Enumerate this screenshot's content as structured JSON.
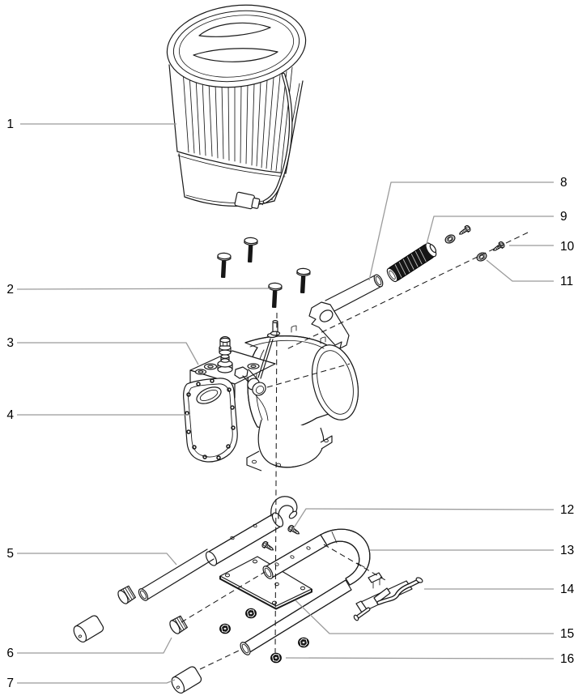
{
  "figure": {
    "type": "exploded-parts-diagram",
    "background_color": "#ffffff",
    "line_color": "#1a1a1a",
    "leader_line_color": "#9b9b9b",
    "label_color": "#000000",
    "grip_color": "#161616",
    "callouts": [
      {
        "number": "1",
        "side": "left",
        "target": "motor-shroud"
      },
      {
        "number": "2",
        "side": "left",
        "target": "pan-head-screw"
      },
      {
        "number": "3",
        "side": "left",
        "target": "pump-head-fittings"
      },
      {
        "number": "4",
        "side": "left",
        "target": "filter-cover"
      },
      {
        "number": "5",
        "side": "left",
        "target": "handle-tube"
      },
      {
        "number": "6",
        "side": "left",
        "target": "tube-plug"
      },
      {
        "number": "7",
        "side": "left",
        "target": "foot-cap"
      },
      {
        "number": "8",
        "side": "right",
        "target": "upper-handle-tube"
      },
      {
        "number": "9",
        "side": "right",
        "target": "handle-grip"
      },
      {
        "number": "10",
        "side": "right",
        "target": "grip-screw"
      },
      {
        "number": "11",
        "side": "right",
        "target": "grip-washer"
      },
      {
        "number": "12",
        "side": "right",
        "target": "frame-screw"
      },
      {
        "number": "13",
        "side": "right",
        "target": "cart-frame"
      },
      {
        "number": "14",
        "side": "right",
        "target": "pail-hook"
      },
      {
        "number": "15",
        "side": "right",
        "target": "mounting-plate"
      },
      {
        "number": "16",
        "side": "right",
        "target": "lock-nut"
      }
    ]
  }
}
